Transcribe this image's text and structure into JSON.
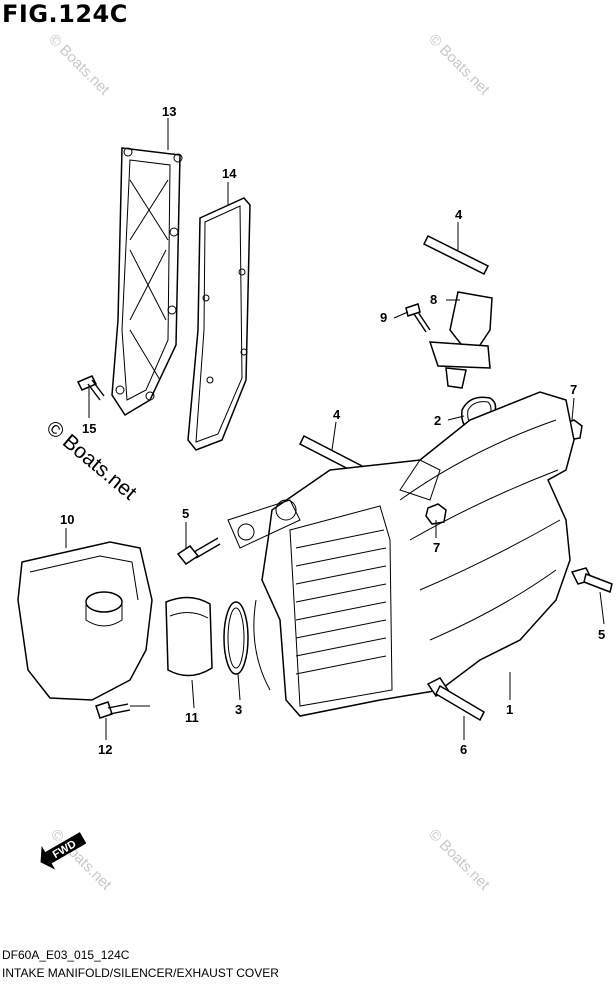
{
  "figure": {
    "title": "FIG.124C",
    "code": "DF60A_E03_015_124C",
    "caption": "INTAKE MANIFOLD/SILENCER/EXHAUST COVER"
  },
  "watermark": {
    "small": "© Boats.net",
    "large": "© Boats.net"
  },
  "callouts": [
    "13",
    "14",
    "15",
    "4",
    "8",
    "9",
    "2",
    "7",
    "4",
    "10",
    "5",
    "7",
    "5",
    "3",
    "11",
    "12",
    "1",
    "6"
  ],
  "fwd_label": "FWD"
}
